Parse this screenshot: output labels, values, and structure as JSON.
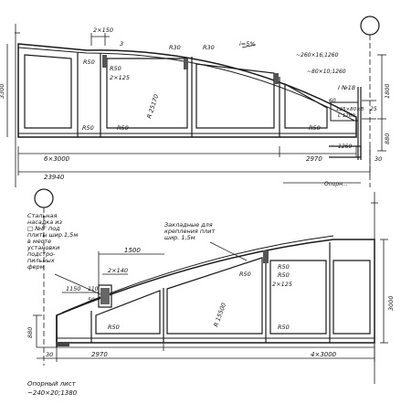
{
  "top_drawing": {
    "dims": {
      "top_2x150": "2×150",
      "top_3": "3",
      "r30_a": "R30",
      "r30_b": "R30",
      "slope": "i=5%",
      "top_right": "~260×16;1260",
      "mid_right": "~80×10;1260",
      "r50_a": "R50",
      "r50_b": "R50",
      "r50_c": "R50",
      "r50_d": "R50",
      "r50_e": "R50",
      "r50_f": "R50",
      "r2_125": "2×125",
      "r25170": "R 25170",
      "h3300": "3300",
      "h1800": "1800",
      "h880": "880",
      "i_beam": "I №18",
      "i60": "60",
      "pl_125": "125×80×8",
      "l1260": "L 1260",
      "d1260": "1260",
      "d25": "25",
      "span_6x3000": "6×3000",
      "span_2970": "2970",
      "span_30": "30",
      "total_23940": "23940",
      "bottom_cut": "Опорн..."
    }
  },
  "bottom_drawing": {
    "notes": {
      "left_note": [
        "Стальная",
        "насадка из",
        "□ №8' под",
        "плиты шир.1,5м",
        "в месте",
        "установки",
        "подстро-",
        "пильных",
        "ферм"
      ],
      "mid_note": [
        "Закладные для",
        "крепления плит",
        "шир. 1,5м"
      ],
      "bearing": [
        "Опорный лист",
        "~240×20;1380"
      ]
    },
    "dims": {
      "d1500": "1500",
      "d2x140": "2×140",
      "d1150": "1150",
      "d110": "110",
      "d50": "50",
      "r50_a": "R50",
      "r50_b": "R50",
      "r50_c": "R50",
      "r50_d": "R50",
      "r50_e": "R50",
      "r2_125": "2×125",
      "r15500": "R 15500",
      "h3000": "3000",
      "h880": "880",
      "span_2970": "2970",
      "span_4x3000": "4×3000",
      "span_30": "30"
    }
  },
  "colors": {
    "ink": "#1a1a1a",
    "paper": "#ffffff"
  }
}
